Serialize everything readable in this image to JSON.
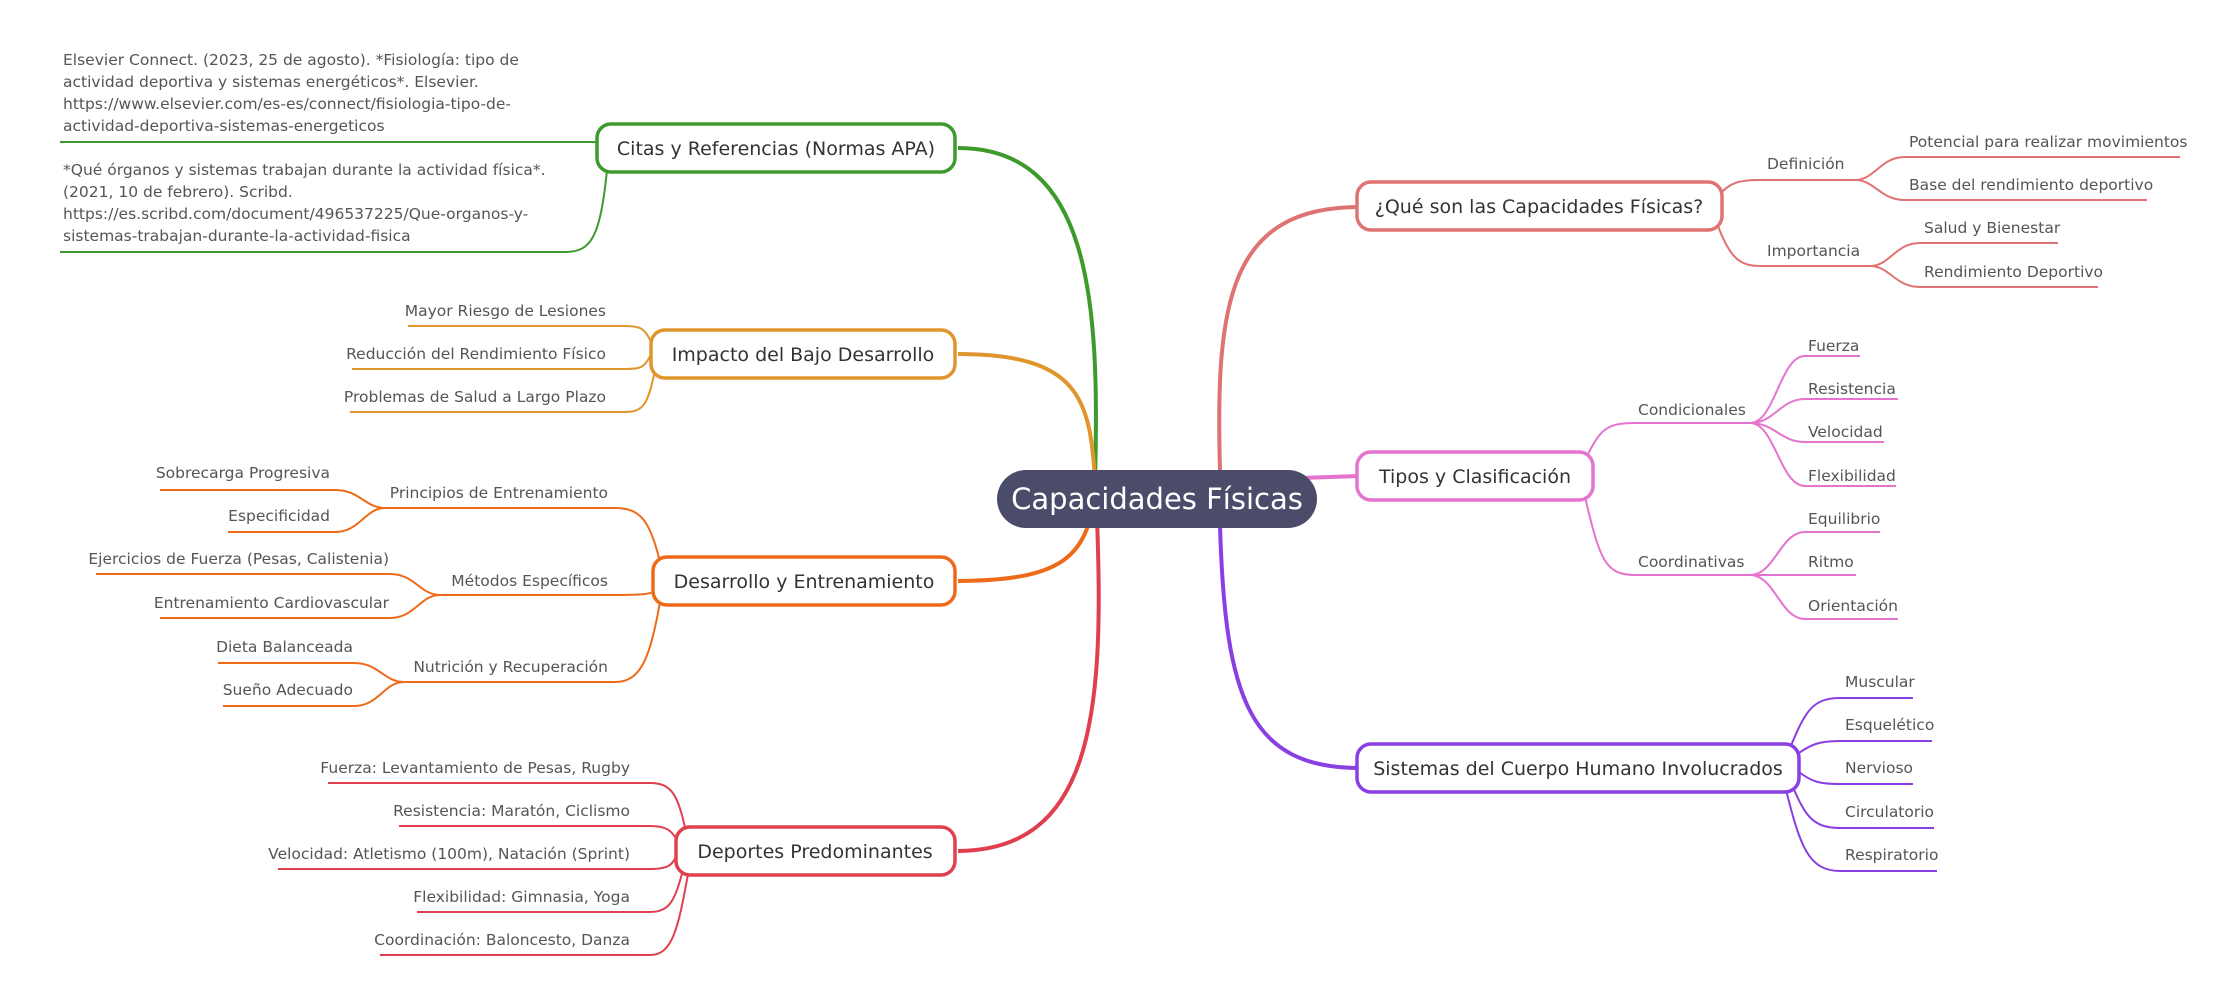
{
  "colors": {
    "root_fill": "#4b4c69",
    "green": "#3c9b2b",
    "amber": "#e0962d",
    "orange": "#ee6a19",
    "red": "#e0404e",
    "salmon": "#df7272",
    "pink": "#e574cf",
    "purple": "#8a3fe3"
  },
  "root": {
    "label": "Capacidades Físicas"
  },
  "branches": {
    "citas": {
      "label": "Citas y Referencias (Normas APA)",
      "ref1": [
        "Elsevier Connect. (2023, 25 de agosto). *Fisiología: tipo de",
        "actividad deportiva y sistemas energéticos*. Elsevier.",
        "https://www.elsevier.com/es-es/connect/fisiologia-tipo-de-",
        "actividad-deportiva-sistemas-energeticos"
      ],
      "ref2": [
        "*Qué órganos y sistemas trabajan durante la actividad física*.",
        "(2021, 10 de febrero). Scribd.",
        "https://es.scribd.com/document/496537225/Que-organos-y-",
        "sistemas-trabajan-durante-la-actividad-fisica"
      ]
    },
    "impacto": {
      "label": "Impacto del Bajo Desarrollo",
      "leaves": [
        "Mayor Riesgo de Lesiones",
        "Reducción del Rendimiento Físico",
        "Problemas de Salud a Largo Plazo"
      ]
    },
    "desarrollo": {
      "label": "Desarrollo y Entrenamiento",
      "principios": {
        "label": "Principios de Entrenamiento",
        "leaves": [
          "Sobrecarga Progresiva",
          "Especificidad"
        ]
      },
      "metodos": {
        "label": "Métodos Específicos",
        "leaves": [
          "Ejercicios de Fuerza (Pesas, Calistenia)",
          "Entrenamiento Cardiovascular"
        ]
      },
      "nutricion": {
        "label": "Nutrición y Recuperación",
        "leaves": [
          "Dieta Balanceada",
          "Sueño Adecuado"
        ]
      }
    },
    "deportes": {
      "label": "Deportes Predominantes",
      "leaves": [
        "Fuerza: Levantamiento de Pesas, Rugby",
        "Resistencia: Maratón, Ciclismo",
        "Velocidad: Atletismo (100m), Natación (Sprint)",
        "Flexibilidad: Gimnasia, Yoga",
        "Coordinación: Baloncesto, Danza"
      ]
    },
    "que": {
      "label": "¿Qué son las Capacidades Físicas?",
      "definicion": {
        "label": "Definición",
        "leaves": [
          "Potencial para realizar movimientos",
          "Base del rendimiento deportivo"
        ]
      },
      "importancia": {
        "label": "Importancia",
        "leaves": [
          "Salud y Bienestar",
          "Rendimiento Deportivo"
        ]
      }
    },
    "tipos": {
      "label": "Tipos y Clasificación",
      "condicionales": {
        "label": "Condicionales",
        "leaves": [
          "Fuerza",
          "Resistencia",
          "Velocidad",
          "Flexibilidad"
        ]
      },
      "coordinativas": {
        "label": "Coordinativas",
        "leaves": [
          "Equilibrio",
          "Ritmo",
          "Orientación"
        ]
      }
    },
    "sistemas": {
      "label": "Sistemas del Cuerpo Humano Involucrados",
      "leaves": [
        "Muscular",
        "Esquelético",
        "Nervioso",
        "Circulatorio",
        "Respiratorio"
      ]
    }
  }
}
